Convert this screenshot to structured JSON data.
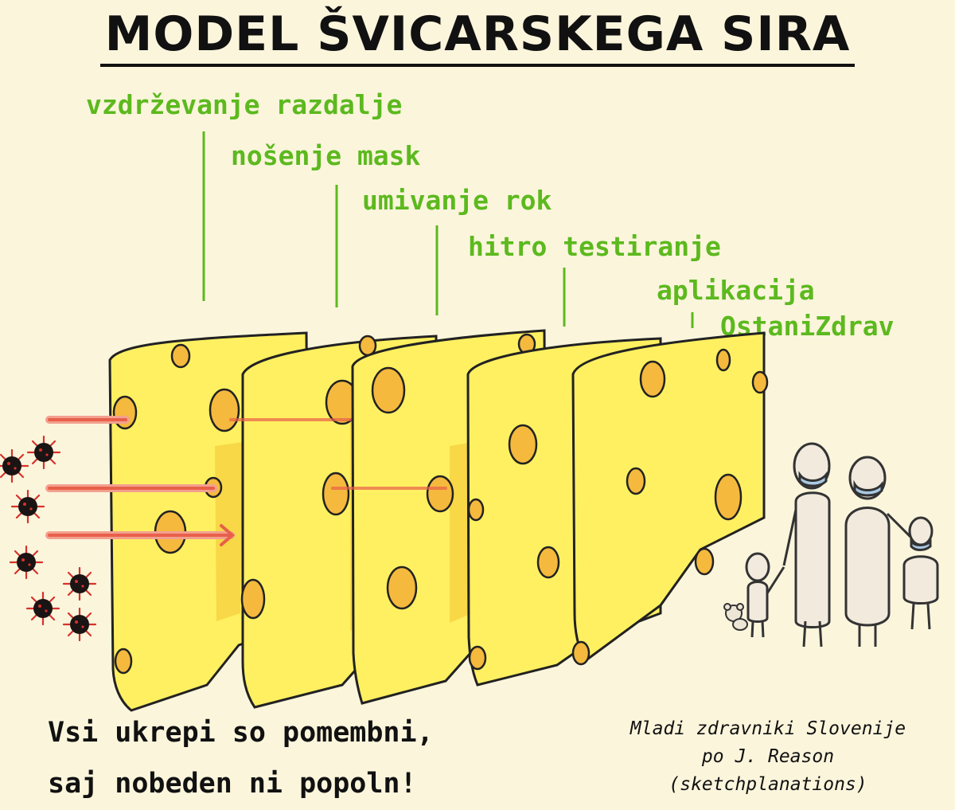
{
  "title": "MODEL ŠVICARSKEGA SIRA",
  "layers": [
    {
      "label": "vzdrževanje razdalje"
    },
    {
      "label": "nošenje mask"
    },
    {
      "label": "umivanje rok"
    },
    {
      "label": "hitro testiranje"
    },
    {
      "label_line1": "aplikacija",
      "label_line2": "OstaniZdrav"
    }
  ],
  "footer": {
    "line1": "Vsi ukrepi so pomembni,",
    "line2": "saj nobeden ni popoln!"
  },
  "credit": {
    "line1": "Mladi zdravniki Slovenije",
    "line2": "po J. Reason",
    "line3": "(sketchplanations)"
  },
  "colors": {
    "background": "#FBF5DC",
    "label_green": "#5CB91E",
    "cheese": "#FFF061",
    "cheese_shade": "#F2C533",
    "virus": "#1A1414",
    "arrow": "#E8604A",
    "mask": "#A9C9E3"
  },
  "icons": [
    "virus-icon",
    "arrow-icon",
    "person-icon",
    "teddy-bear-icon"
  ]
}
